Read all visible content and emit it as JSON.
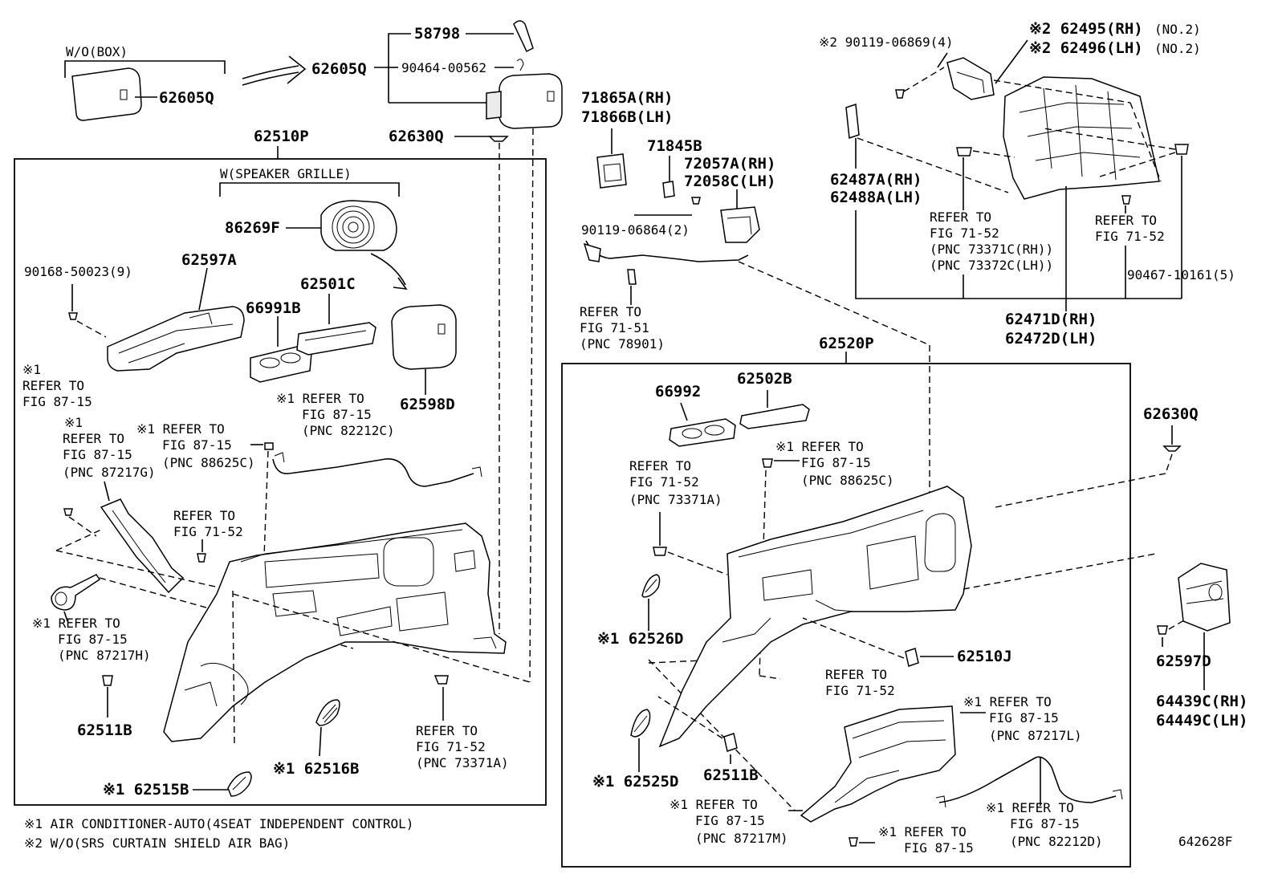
{
  "labels": {
    "wo_box": "W/O(BOX)",
    "p62605q_a": "62605Q",
    "p62605q_b": "62605Q",
    "p58798": "58798",
    "p90464": "90464-00562",
    "p62630q_a": "62630Q",
    "p62510p": "62510P",
    "w_speaker_grille": "W(SPEAKER GRILLE)",
    "p86269f": "86269F",
    "p90168": "90168-50023(9)",
    "p62597a": "62597A",
    "p66991b": "66991B",
    "p62501c": "62501C",
    "p62598d": "62598D",
    "ref_87_15_pnc82212c": [
      "※1 REFER TO",
      "FIG 87-15",
      "(PNC 82212C)"
    ],
    "ref_87_15_left": [
      "※1",
      "REFER TO",
      "FIG 87-15"
    ],
    "ref_87_15_pnc87217g": [
      "※1",
      "REFER TO",
      "FIG 87-15",
      "(PNC 87217G)"
    ],
    "ref_87_15_pnc88625c_a": [
      "※1 REFER TO",
      "FIG 87-15",
      "(PNC 88625C)"
    ],
    "ref_71_52_a": [
      "REFER TO",
      "FIG 71-52"
    ],
    "ref_87_15_pnc87217h": [
      "※1 REFER TO",
      "FIG 87-15",
      "(PNC 87217H)"
    ],
    "p62511b_a": "62511B",
    "p62516b": "※1 62516B",
    "p62515b": "※1 62515B",
    "ref_71_52_pnc73371a_a": [
      "REFER TO",
      "FIG 71-52",
      "(PNC 73371A)"
    ],
    "p71865a": "71865A(RH)",
    "p71866b": "71866B(LH)",
    "p71845b": "71845B",
    "p72057a": "72057A(RH)",
    "p72058c": "72058C(LH)",
    "p90119_06864": "90119-06864(2)",
    "ref_71_51": [
      "REFER TO",
      "FIG 71-51",
      "(PNC 78901)"
    ],
    "p90119_06869": "※2 90119-06869(4)",
    "p62495": "※2 62495(RH)",
    "p62496": "※2 62496(LH)",
    "no2_a": "(NO.2)",
    "no2_b": "(NO.2)",
    "p62487a": "62487A(RH)",
    "p62488a": "62488A(LH)",
    "ref_71_52_pnc73371c": [
      "REFER TO",
      "FIG 71-52",
      "(PNC 73371C(RH))",
      "(PNC 73372C(LH))"
    ],
    "ref_71_52_b": [
      "REFER TO",
      "FIG 71-52"
    ],
    "p90467": "90467-10161(5)",
    "p62471d": "62471D(RH)",
    "p62472d": "62472D(LH)",
    "p62520p": "62520P",
    "p66992": "66992",
    "p62502b": "62502B",
    "p62630q_b": "62630Q",
    "ref_71_52_pnc73371a_b": [
      "REFER TO",
      "FIG 71-52",
      "(PNC 73371A)"
    ],
    "ref_87_15_pnc88625c_b": [
      "※1 REFER TO",
      "FIG 87-15",
      "(PNC 88625C)"
    ],
    "p62526d": "※1 62526D",
    "p62510j": "62510J",
    "ref_71_52_c": [
      "REFER TO",
      "FIG 71-52"
    ],
    "p62597d": "62597D",
    "p64439c": "64439C(RH)",
    "p64449c": "64449C(LH)",
    "ref_87_15_pnc87217l": [
      "※1 REFER TO",
      "FIG 87-15",
      "(PNC 87217L)"
    ],
    "p62525d": "※1 62525D",
    "p62511b_b": "62511B",
    "ref_87_15_pnc87217m": [
      "※1 REFER TO",
      "FIG 87-15",
      "(PNC 87217M)"
    ],
    "ref_87_15_bottom": [
      "※1 REFER TO",
      "FIG 87-15"
    ],
    "ref_87_15_pnc82212d": [
      "※1 REFER TO",
      "FIG 87-15",
      "(PNC 82212D)"
    ]
  },
  "footnotes": {
    "note1": "※1 AIR CONDITIONER-AUTO(4SEAT INDEPENDENT CONTROL)",
    "note2": "※2 W/O(SRS CURTAIN SHIELD AIR BAG)"
  },
  "diagram_id": "642628F"
}
